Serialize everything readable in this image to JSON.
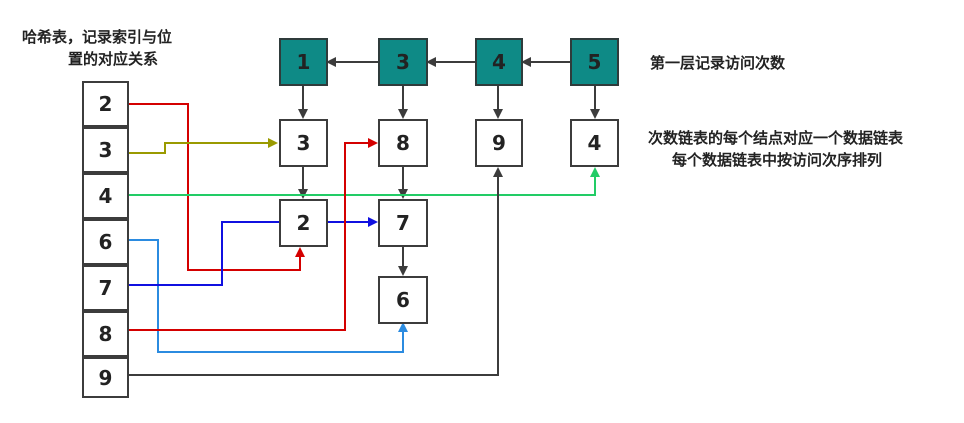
{
  "hash_title": [
    "哈希表，记录索引与位",
    "置的对应关系"
  ],
  "hash_table": [
    "2",
    "3",
    "4",
    "6",
    "7",
    "8",
    "9"
  ],
  "level_one": [
    "1",
    "3",
    "4",
    "5"
  ],
  "level_one_label": "第一层记录访问次数",
  "count_lists": [
    {
      "head": "1",
      "items": [
        "3",
        "2"
      ]
    },
    {
      "head": "3",
      "items": [
        "8",
        "7",
        "6"
      ]
    },
    {
      "head": "4",
      "items": [
        "9"
      ]
    },
    {
      "head": "5",
      "items": [
        "4"
      ]
    }
  ],
  "note": [
    "次数链表的每个结点对应一个数据链表",
    "每个数据链表中按访问次序排列"
  ],
  "colors": {
    "teal": "#0e8a86",
    "red": "#d40000",
    "olive": "#9a9a00",
    "green": "#22cc66",
    "blue": "#1010e0",
    "light_blue": "#2b8be0",
    "dark": "#3c3c3c"
  }
}
